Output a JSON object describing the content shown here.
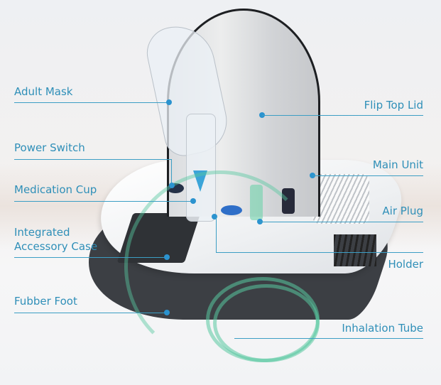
{
  "diagram": {
    "subject": "Compressor nebulizer with labeled components",
    "label_color": "#2f8fb8",
    "line_color": "#3c9ec4",
    "dot_color": "#2b93cf",
    "labels_left": [
      {
        "id": "adult-mask",
        "text": "Adult Mask"
      },
      {
        "id": "power-switch",
        "text": "Power Switch"
      },
      {
        "id": "medication-cup",
        "text": "Medication Cup"
      },
      {
        "id": "accessory-case",
        "text": "Integrated\nAccessory Case",
        "line1": "Integrated",
        "line2": "Accessory Case"
      },
      {
        "id": "fubber-foot",
        "text": "Fubber  Foot"
      }
    ],
    "labels_right": [
      {
        "id": "flip-top-lid",
        "text": "Flip Top Lid"
      },
      {
        "id": "main-unit",
        "text": "Main Unit"
      },
      {
        "id": "air-plug",
        "text": "Air Plug"
      },
      {
        "id": "holder",
        "text": "Holder"
      },
      {
        "id": "inhalation-tube",
        "text": "Inhalation Tube"
      }
    ]
  }
}
